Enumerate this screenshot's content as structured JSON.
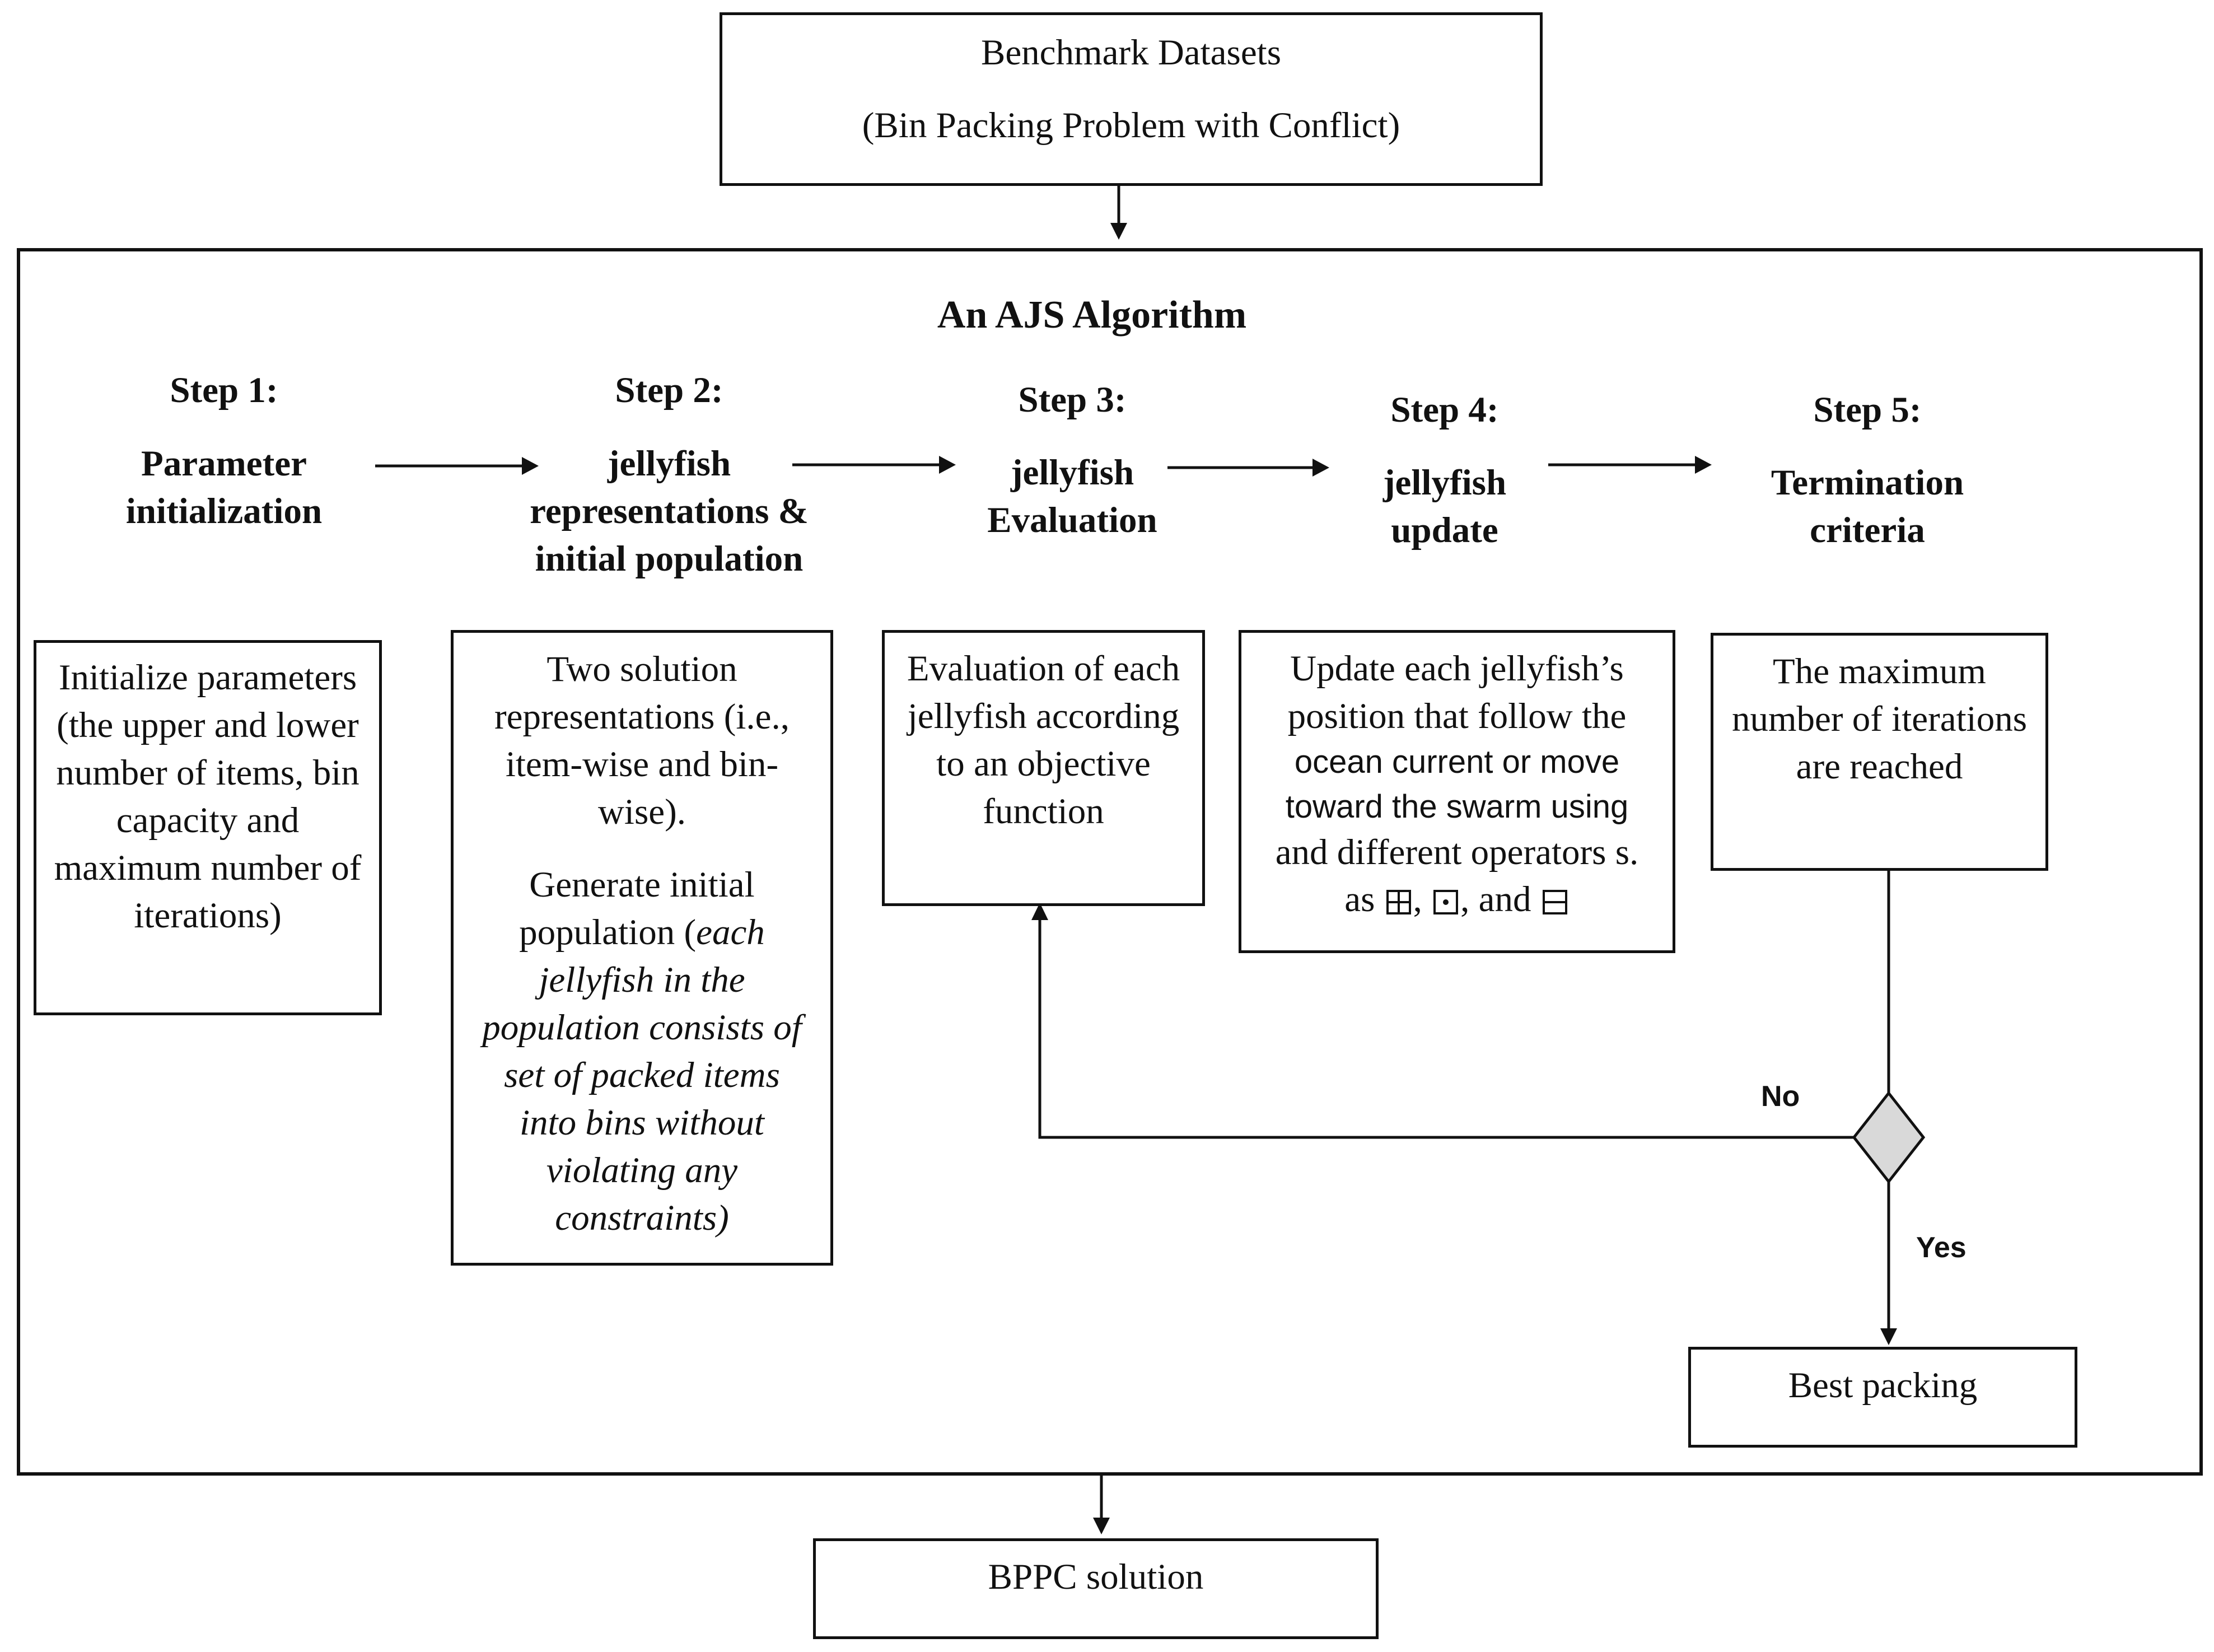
{
  "top_box": {
    "line1": "Benchmark Datasets",
    "line2": "(Bin Packing Problem with Conflict)"
  },
  "algorithm_title": "An AJS Algorithm",
  "steps": [
    {
      "label": "Step 1:",
      "name_line1": "Parameter",
      "name_line2": "initialization",
      "name_line3": ""
    },
    {
      "label": "Step 2:",
      "name_line1": "jellyfish",
      "name_line2": "representations &",
      "name_line3": "initial population"
    },
    {
      "label": "Step 3:",
      "name_line1": "jellyfish",
      "name_line2": "Evaluation",
      "name_line3": ""
    },
    {
      "label": "Step 4:",
      "name_line1": "jellyfish",
      "name_line2": "update",
      "name_line3": ""
    },
    {
      "label": "Step 5:",
      "name_line1": "Termination",
      "name_line2": "criteria",
      "name_line3": ""
    }
  ],
  "step1_box": {
    "text": "Initialize parameters (the upper and lower number of items, bin capacity and maximum number of iterations)"
  },
  "step2_box": {
    "para1": "Two solution representations (i.e., item-wise and bin-wise).",
    "para2_normal": "Generate initial population (",
    "para2_italic": "each jellyfish in the population consists of set of packed items into bins without violating any constraints)"
  },
  "step3_box": {
    "text": "Evaluation of each jellyfish according to an objective function"
  },
  "step4_box": {
    "line1": "Update each jellyfish’s position that follow the",
    "line2": "ocean current or move",
    "line3": "toward the swarm using",
    "line4": "and different operators s.",
    "line5_prefix": "as",
    "sep1": ",",
    "sep2": ", and",
    "operators": [
      "grid-operator-icon",
      "dot-operator-icon",
      "split-operator-icon"
    ]
  },
  "step5_box": {
    "text": "The maximum number of iterations are reached"
  },
  "decision": {
    "no_label": "No",
    "yes_label": "Yes"
  },
  "best_packing": "Best packing",
  "final_box": "BPPC solution",
  "colors": {
    "stroke": "#111111",
    "diamond_fill": "#d9d9d9",
    "background": "#ffffff"
  }
}
